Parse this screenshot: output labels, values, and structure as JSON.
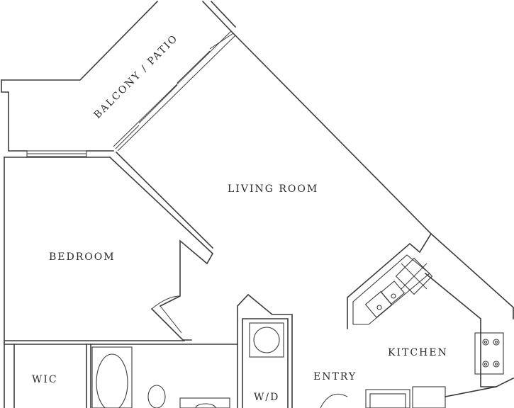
{
  "rooms": {
    "balcony": "BALCONY / PATIO",
    "living_room": "LIVING ROOM",
    "bedroom": "BEDROOM",
    "kitchen": "KITCHEN",
    "entry": "ENTRY",
    "wic": "WIC",
    "washer_dryer": "W/D"
  }
}
